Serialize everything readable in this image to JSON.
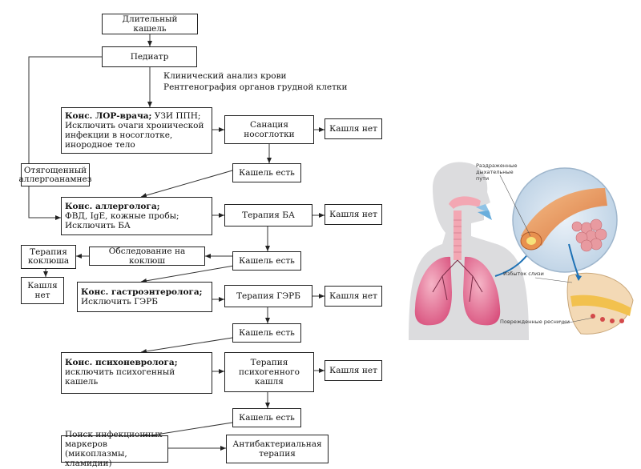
{
  "flowchart": {
    "long_cough": "Длительный кашель",
    "pediatrician": "Педиатр",
    "tests_line1": "Клинический анализ крови",
    "tests_line2": "Рентгенография органов грудной клетки",
    "ent_title": "Конс. ЛОР-врача;",
    "ent_title_rest": " УЗИ ППН;",
    "ent_body": "Исключить очаги хронической инфекции в носоглотке, инородное тело",
    "nasopharynx_sanation": "Санация носоглотки",
    "no_cough": "Кашля нет",
    "cough_present": "Кашель есть",
    "allergy_history": "Отягощенный аллергоанамнез",
    "allergist_title": "Конс. аллерголога;",
    "allergist_body_line1": "ФВД, IgE, кожные пробы;",
    "allergist_body_line2": "Исключить БА",
    "asthma_therapy": "Терапия БА",
    "pertussis_exam": "Обследование на коклюш",
    "pertussis_therapy": "Терапия коклюша",
    "gastro_title": "Конс. гастроэнтеролога;",
    "gastro_body": "Исключить ГЭРБ",
    "gerd_therapy": "Терапия ГЭРБ",
    "psycho_title": "Конс. психоневролога;",
    "psycho_body": "исключить психогенный кашель",
    "psycho_therapy": "Терапия психогенного кашля",
    "infection_markers": "Поиск инфекционных маркеров (микоплазмы, хламидии)",
    "antibacterial_therapy": "Антибактериальная терапия"
  },
  "illustration": {
    "label_irritated": "Раздраженные дыхательные пути",
    "label_mucus": "Избыток слизи",
    "label_cilia": "Поврежденные реснички"
  },
  "colors": {
    "lung_pink": "#e46b8f",
    "trachea_pink": "#f3a7b3",
    "silhouette": "#dcdcde",
    "arrow_blue": "#1f72b5",
    "bronchus_orange": "#e8914f",
    "alveoli": "#e89aa0"
  }
}
